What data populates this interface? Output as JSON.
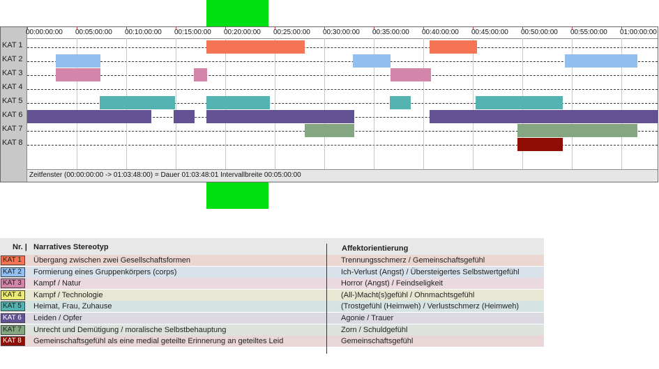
{
  "timeline": {
    "categories": [
      "KAT 1",
      "KAT 2",
      "KAT 3",
      "KAT 4",
      "KAT 5",
      "KAT 6",
      "KAT 7",
      "KAT 8"
    ],
    "ticks": [
      "00:00:00:00",
      "00:05:00:00",
      "00:10:00:00",
      "00:15:00:00",
      "00:20:00:00",
      "00:25:00:00",
      "00:30:00:00",
      "00:35:00:00",
      "00:40:00:00",
      "00:45:00:00",
      "00:50:00:00",
      "00:55:00:00",
      "01:00:00:00"
    ],
    "range_minutes": [
      0,
      63.8
    ],
    "colors": {
      "KAT 1": "#f47453",
      "KAT 2": "#92bff0",
      "KAT 3": "#d486aa",
      "KAT 4": "#eceb74",
      "KAT 5": "#54b2b0",
      "KAT 6": "#625293",
      "KAT 7": "#84a782",
      "KAT 8": "#8e0e05"
    },
    "segments": [
      {
        "cat": "KAT 1",
        "start": 18.1,
        "end": 28.0
      },
      {
        "cat": "KAT 1",
        "start": 40.6,
        "end": 45.4
      },
      {
        "cat": "KAT 2",
        "start": 2.9,
        "end": 7.4
      },
      {
        "cat": "KAT 2",
        "start": 32.9,
        "end": 36.7
      },
      {
        "cat": "KAT 2",
        "start": 54.3,
        "end": 61.6
      },
      {
        "cat": "KAT 3",
        "start": 2.9,
        "end": 7.4
      },
      {
        "cat": "KAT 3",
        "start": 16.8,
        "end": 18.2
      },
      {
        "cat": "KAT 3",
        "start": 36.7,
        "end": 40.8
      },
      {
        "cat": "KAT 5",
        "start": 7.3,
        "end": 14.9
      },
      {
        "cat": "KAT 5",
        "start": 18.1,
        "end": 24.5
      },
      {
        "cat": "KAT 5",
        "start": 36.6,
        "end": 38.7
      },
      {
        "cat": "KAT 5",
        "start": 45.3,
        "end": 54.1
      },
      {
        "cat": "KAT 6",
        "start": 0,
        "end": 12.5
      },
      {
        "cat": "KAT 6",
        "start": 14.8,
        "end": 16.9
      },
      {
        "cat": "KAT 6",
        "start": 18.1,
        "end": 33.0
      },
      {
        "cat": "KAT 6",
        "start": 40.6,
        "end": 63.8
      },
      {
        "cat": "KAT 7",
        "start": 28.0,
        "end": 33.0
      },
      {
        "cat": "KAT 7",
        "start": 49.5,
        "end": 61.6
      },
      {
        "cat": "KAT 8",
        "start": 49.5,
        "end": 54.1
      }
    ],
    "status_text": "Zeitfenster (00:00:00:00 -> 01:03:48:00) = Dauer 01:03:48:01     Intervallbreite 00:05:00:00"
  },
  "legend": {
    "headers": {
      "nr": "Nr. |",
      "stereotyp": "Narratives Stereotyp",
      "affekt": "Affektorientierung"
    },
    "rows": [
      {
        "nr": "KAT 1",
        "stereotyp": "Übergang zwischen zwei Gesellschaftsformen",
        "affekt": "Trennungsschmerz / Gemeinschaftsgefühl",
        "color": "#f47453",
        "bg": "#ebd6d2",
        "text_color": "#222"
      },
      {
        "nr": "KAT 2",
        "stereotyp": "Formierung eines Gruppenkörpers (corps)",
        "affekt": "Ich-Verlust (Angst) / Übersteigertes Selbstwertgefühl",
        "color": "#92bff0",
        "bg": "#d9e1ea",
        "text_color": "#222"
      },
      {
        "nr": "KAT 3",
        "stereotyp": "Kampf / Natur",
        "affekt": "Horror (Angst) / Feindseligkeit",
        "color": "#d486aa",
        "bg": "#ead9df",
        "text_color": "#222"
      },
      {
        "nr": "KAT 4",
        "stereotyp": "Kampf / Technologie",
        "affekt": "(All-)Macht(s)gefühl / Ohnmachtsgefühl",
        "color": "#eceb74",
        "bg": "#e7e7d3",
        "text_color": "#222"
      },
      {
        "nr": "KAT 5",
        "stereotyp": "Heimat, Frau, Zuhause",
        "affekt": "(Trostgefühl (Heimweh) / Verlustschmerz (Heimweh)",
        "color": "#54b2b0",
        "bg": "#d5e3e2",
        "text_color": "#222"
      },
      {
        "nr": "KAT 6",
        "stereotyp": "Leiden / Opfer",
        "affekt": "Agonie / Trauer",
        "color": "#625293",
        "bg": "#dcd9e3",
        "text_color": "#ffffff"
      },
      {
        "nr": "KAT 7",
        "stereotyp": "Unrecht und Demütigung / moralische Selbstbehauptung",
        "affekt": "Zorn / Schuldgefühl",
        "color": "#84a782",
        "bg": "#dde2dc",
        "text_color": "#222"
      },
      {
        "nr": "KAT 8",
        "stereotyp": "Gemeinschaftsgefühl als eine medial geteilte Erinnerung an geteiltes Leid",
        "affekt": "Gemeinschaftsgefühl",
        "color": "#8e0e05",
        "bg": "#e9d6d6",
        "text_color": "#ffffff"
      }
    ]
  }
}
